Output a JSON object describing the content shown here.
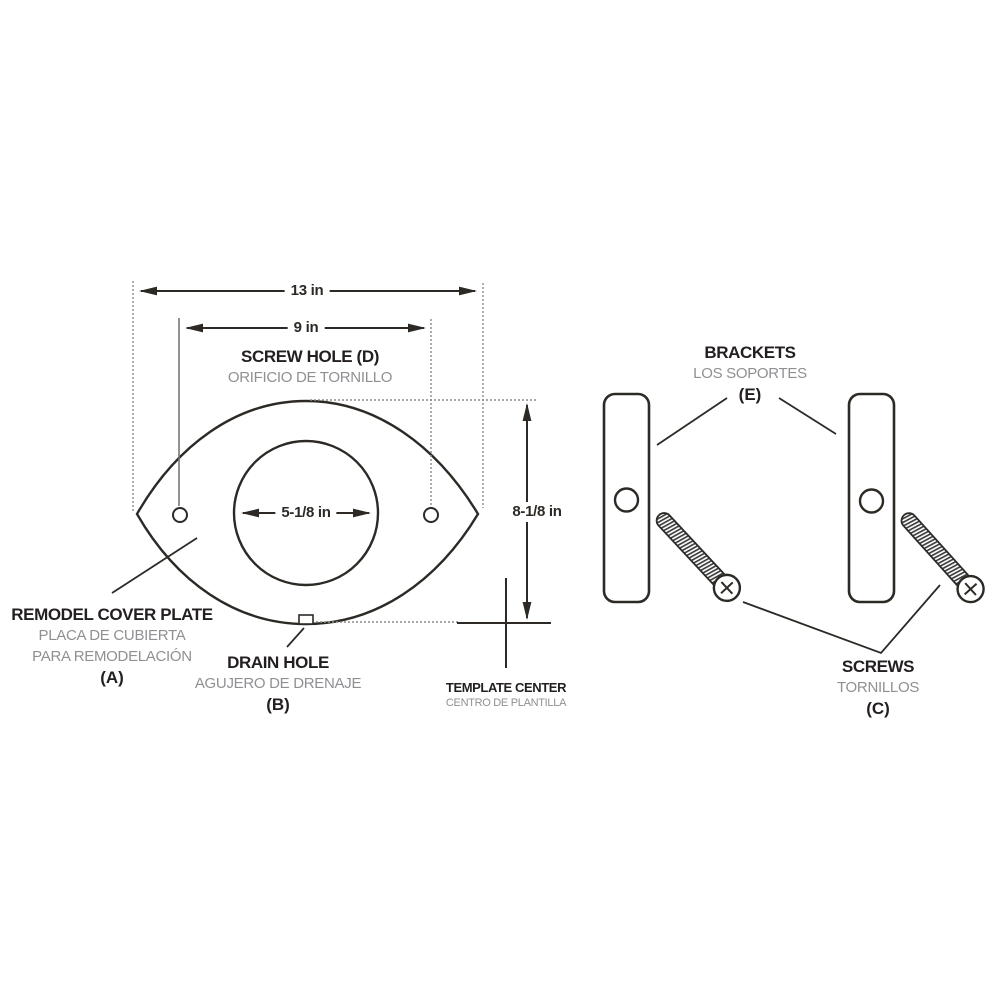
{
  "diagram_title": "remodel-cover-plate-installation-template",
  "colors": {
    "line": "#2d2a26",
    "text_primary": "#231f20",
    "text_secondary": "#8e9093",
    "reference_line": "#8a8a8a"
  },
  "dimensions": {
    "plate_width": "13 in",
    "screw_hole_spacing": "9 in",
    "center_hole_diameter": "5-1/8 in",
    "plate_height": "8-1/8 in"
  },
  "labels": {
    "screw_hole": {
      "en": "SCREW HOLE (D)",
      "es": "ORIFICIO DE TORNILLO"
    },
    "remodel_cover_plate": {
      "en": "REMODEL COVER PLATE",
      "es_line1": "PLACA DE CUBIERTA",
      "es_line2": "PARA REMODELACIÓN",
      "key": "(A)"
    },
    "drain_hole": {
      "en": "DRAIN HOLE",
      "es": "AGUJERO DE DRENAJE",
      "key": "(B)"
    },
    "template_center": {
      "en": "TEMPLATE CENTER",
      "es": "CENTRO DE PLANTILLA"
    },
    "brackets": {
      "en": "BRACKETS",
      "es": "LOS SOPORTES",
      "key": "(E)"
    },
    "screws": {
      "en": "SCREWS",
      "es": "TORNILLOS",
      "key": "(C)"
    }
  }
}
